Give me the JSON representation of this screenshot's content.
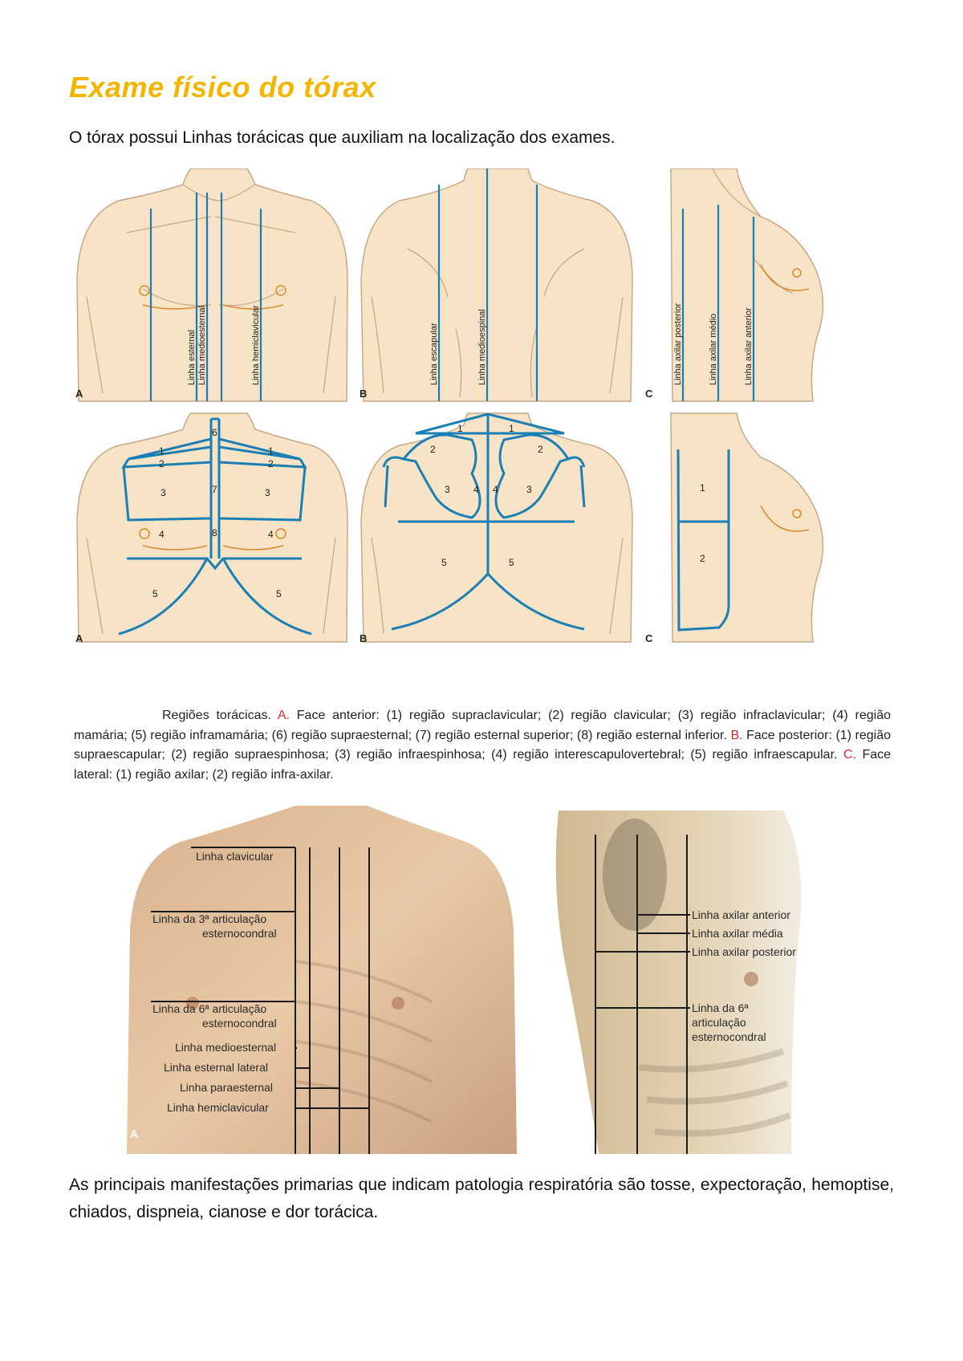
{
  "page": {
    "title": "Exame físico do tórax",
    "intro": "O tórax possui Linhas torácicas que auxiliam na localização dos exames."
  },
  "diagrams": {
    "panel_letters": [
      "A",
      "B",
      "C"
    ],
    "anterior_lines": [
      "Linha esternal",
      "Linha medioesternal",
      "Linha hemiclavicular"
    ],
    "posterior_lines": [
      "Linha escapular",
      "Linha medioespinal"
    ],
    "lateral_lines": [
      "Linha axilar posterior",
      "Linha axilar médio",
      "Linha axilar anterior"
    ],
    "anterior_regions": [
      "1",
      "1",
      "2",
      "2",
      "3",
      "3",
      "4",
      "4",
      "5",
      "5",
      "6",
      "7",
      "8"
    ],
    "posterior_regions": [
      "1",
      "1",
      "2",
      "2",
      "3",
      "3",
      "4",
      "4",
      "5",
      "5"
    ],
    "lateral_regions": [
      "1",
      "2"
    ]
  },
  "caption": {
    "lead": "Regiões torácicas.",
    "a_letter": "A.",
    "a_text": "Face anterior: (1) região supraclavicular; (2) região clavicular; (3) região infraclavicular; (4) região mamária; (5) região inframamária; (6) região supraesternal; (7) região esternal superior; (8) região esternal inferior.",
    "b_letter": "B.",
    "b_text": "Face posterior: (1) região supraescapular; (2) região supraespinhosa; (3) região infraespinhosa; (4) região interescapulovertebral; (5) região infraescapular.",
    "c_letter": "C.",
    "c_text": "Face lateral: (1) região axilar; (2) região infra-axilar."
  },
  "photo_left": {
    "letter": "A",
    "labels": [
      "Linha clavicular",
      "Linha da 3ª articulação",
      "esternocondral",
      "Linha da 6ª articulação",
      "esternocondral",
      "Linha medioesternal",
      "Linha esternal lateral",
      "Linha paraesternal",
      "Linha hemiclavicular"
    ]
  },
  "photo_right": {
    "labels": [
      "Linha axilar anterior",
      "Linha axilar média",
      "Linha axilar posterior",
      "Linha da 6ª",
      "articulação",
      "esternocondral"
    ]
  },
  "bottom_text": "As principais manifestações primarias que indicam patologia respiratória são tosse, expectoração, hemoptise, chiados, dispneia, cianose e dor torácica.",
  "colors": {
    "title": "#f5b400",
    "caption_letter": "#d62a2a",
    "diagram_line": "#1a7fb5",
    "skin": "#f7e3c6",
    "skin_outline": "#c9a886",
    "nipple": "#d98a2b"
  }
}
